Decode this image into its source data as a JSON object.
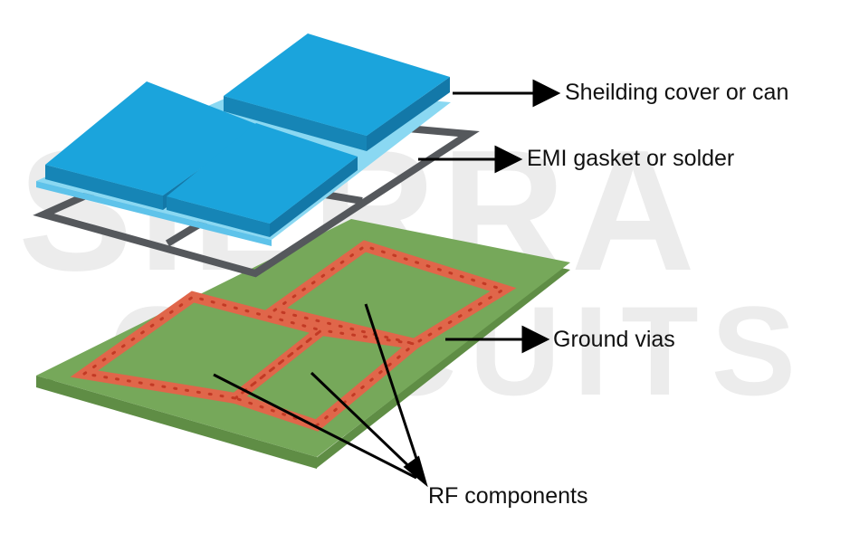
{
  "watermark": {
    "line1": "SIERRA",
    "line2": "CIRCUITS"
  },
  "labels": {
    "cover": "Sheilding cover or can",
    "gasket": "EMI gasket or solder",
    "vias": "Ground vias",
    "rf": "RF components"
  },
  "colors": {
    "pcb_top": "#76a85a",
    "pcb_edge": "#5f8d45",
    "trace": "#e0664a",
    "via": "#c23a25",
    "gasket": "#55585c",
    "can_top": "#1ba4dc",
    "can_side": "#1685b6",
    "can_flange": "#8ad8f2",
    "leader": "#000000"
  }
}
